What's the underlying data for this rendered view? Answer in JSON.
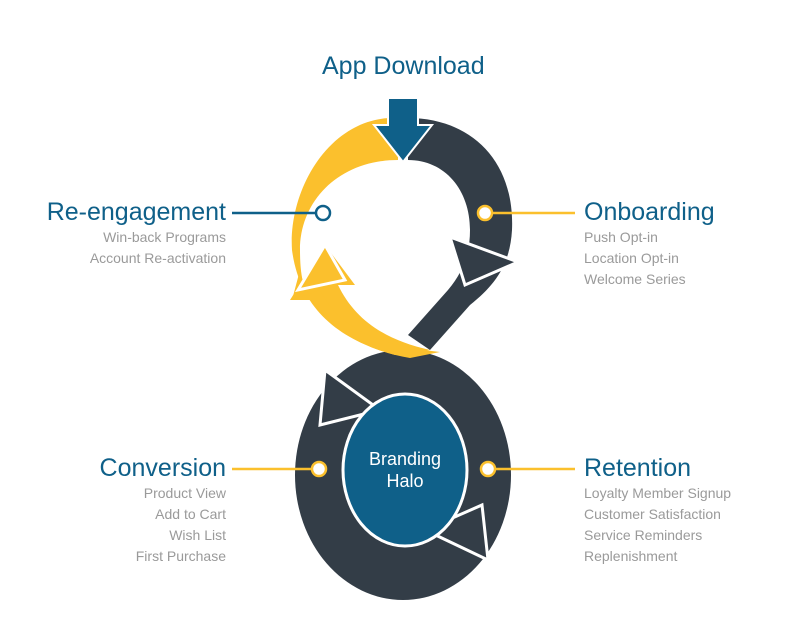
{
  "colors": {
    "yellow": "#fbc02d",
    "dark": "#333d47",
    "blue": "#0f6089",
    "title_text": "#0f6089",
    "sub_text": "#9a9a9a"
  },
  "entry": {
    "title": "App Download",
    "icon": "download-arrow-icon"
  },
  "center": {
    "line1": "Branding",
    "line2": "Halo"
  },
  "stages": {
    "reengagement": {
      "title": "Re-engagement",
      "items": [
        "Win-back Programs",
        "Account Re-activation"
      ]
    },
    "onboarding": {
      "title": "Onboarding",
      "items": [
        "Push Opt-in",
        "Location Opt-in",
        "Welcome Series"
      ]
    },
    "conversion": {
      "title": "Conversion",
      "items": [
        "Product View",
        "Add to Cart",
        "Wish List",
        "First Purchase"
      ]
    },
    "retention": {
      "title": "Retention",
      "items": [
        "Loyalty Member Signup",
        "Customer Satisfaction",
        "Service Reminders",
        "Replenishment"
      ]
    }
  }
}
